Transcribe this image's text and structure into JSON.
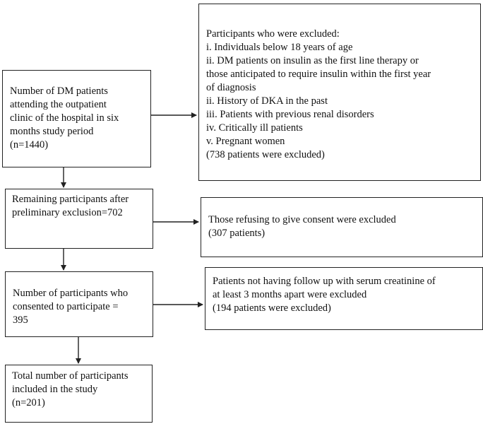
{
  "flowchart": {
    "initial": {
      "lines": [
        "Number of DM patients",
        "attending the outpatient",
        "clinic of the hospital in six",
        "months study period",
        "(n=1440)"
      ]
    },
    "excluded_criteria": {
      "lines": [
        "Participants who were excluded:",
        "i. Individuals below 18 years of age",
        "ii. DM patients on insulin as the first line therapy or",
        "those anticipated to require insulin within the first year",
        "of diagnosis",
        "ii. History of DKA in the past",
        "iii. Patients with previous renal disorders",
        "iv. Critically ill patients",
        "v. Pregnant women",
        "(738 patients were excluded)"
      ]
    },
    "remaining": {
      "lines": [
        "Remaining participants after",
        "preliminary exclusion=702"
      ]
    },
    "refused": {
      "lines": [
        "Those refusing to give consent were excluded",
        "(307 patients)"
      ]
    },
    "consented": {
      "lines": [
        "Number of participants who",
        "consented to participate =",
        "395"
      ]
    },
    "no_followup": {
      "lines": [
        "Patients not having follow up with serum creatinine of",
        "at least 3 months apart were excluded",
        "(194 patients were excluded)"
      ]
    },
    "final": {
      "lines": [
        "Total number of participants",
        "included in the study",
        "(n=201)"
      ]
    }
  },
  "colors": {
    "border": "#222222",
    "text": "#111111",
    "background": "#ffffff"
  }
}
